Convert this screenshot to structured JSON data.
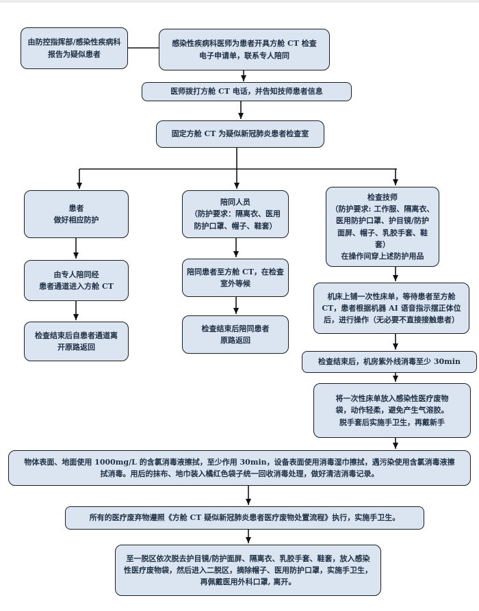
{
  "style": {
    "box_fill": "#dbe5f1",
    "box_border": "#1b1b1b",
    "text_color": "#1f3045",
    "line_color": "#111111",
    "page_top_strip": "#ececec"
  },
  "flowchart": {
    "nodes": {
      "report": {
        "lines": [
          "由防控指挥部/感染性疾病科",
          "报告为疑似患者"
        ]
      },
      "order": {
        "lines": [
          "感染性疾病科医师为患者开具方舱 CT 检查",
          "电子申请单，联系专人陪同"
        ]
      },
      "call": {
        "lines": [
          "医师拨打方舱 CT 电话，并告知技师患者信息"
        ]
      },
      "fixed_room": {
        "lines": [
          "固定方舱 CT 为疑似新冠肺炎患者检查室"
        ]
      },
      "patient": {
        "lines": [
          "患者",
          "做好相应防护"
        ]
      },
      "patient_escort": {
        "lines": [
          "由专人陪同经",
          "患者通道进入方舱 CT"
        ]
      },
      "patient_return": {
        "lines": [
          "检查结束后自患者通道离",
          "开原路返回"
        ]
      },
      "escort_staff": {
        "lines": [
          "陪同人员",
          "（防护要求：隔离衣、医用",
          "防护口罩、帽子、鞋套）"
        ]
      },
      "escort_wait": {
        "lines": [
          "陪同患者至方舱 CT，在检查",
          "室外等候"
        ]
      },
      "escort_return": {
        "lines": [
          "检查结束后陪同患者",
          "原路返回"
        ]
      },
      "technician": {
        "lines": [
          "检查技师",
          "（防护要求: 工作服、隔离衣、",
          "医用防护口罩、护目镜/防护",
          "面屏、帽子、乳胶手套、鞋套）",
          "在操作间穿上述防护用品"
        ]
      },
      "tech_operate": {
        "lines": [
          "机床上铺一次性床单，等待患者至方舱",
          "CT，患者根据机器 AI 语音指示摆正体位",
          "后，进行操作（无必要不直接接触患者）"
        ]
      },
      "uv_disinfect": {
        "lines": [
          "检查结束后，机房紫外线消毒至少 30min"
        ]
      },
      "sheet_disposal": {
        "lines": [
          "将一次性床单放入感染性医疗废物",
          "袋，动作轻柔，避免产生气溶胶。",
          "脱手套后实施手卫生，再戴新手"
        ]
      },
      "surface_disinfect": {
        "lines": [
          "物体表面、地面使用 1000mg/L 的含氯消毒液擦拭，至少作用 30min，设备表面使用消毒湿巾擦拭，遇污染使用含氯消毒液擦",
          "拭消毒。用后的抹布、地巾装入橘红色袋子统一回收消毒处理，做好清洁消毒记录。"
        ]
      },
      "medical_waste": {
        "lines": [
          "所有的医疗废弃物遵照《方舱 CT 疑似新冠肺炎患者医疗废物处置流程》执行，实施手卫生。"
        ]
      },
      "doffing": {
        "lines": [
          "至一脱区依次脱去护目镜/防护面屏、隔离衣、乳胶手套、鞋套，放入感染",
          "性医疗废物袋，然后进入二脱区，摘除帽子、医用防护口罩，实施手卫生，",
          "再佩戴医用外科口罩, 离开。"
        ]
      }
    }
  }
}
